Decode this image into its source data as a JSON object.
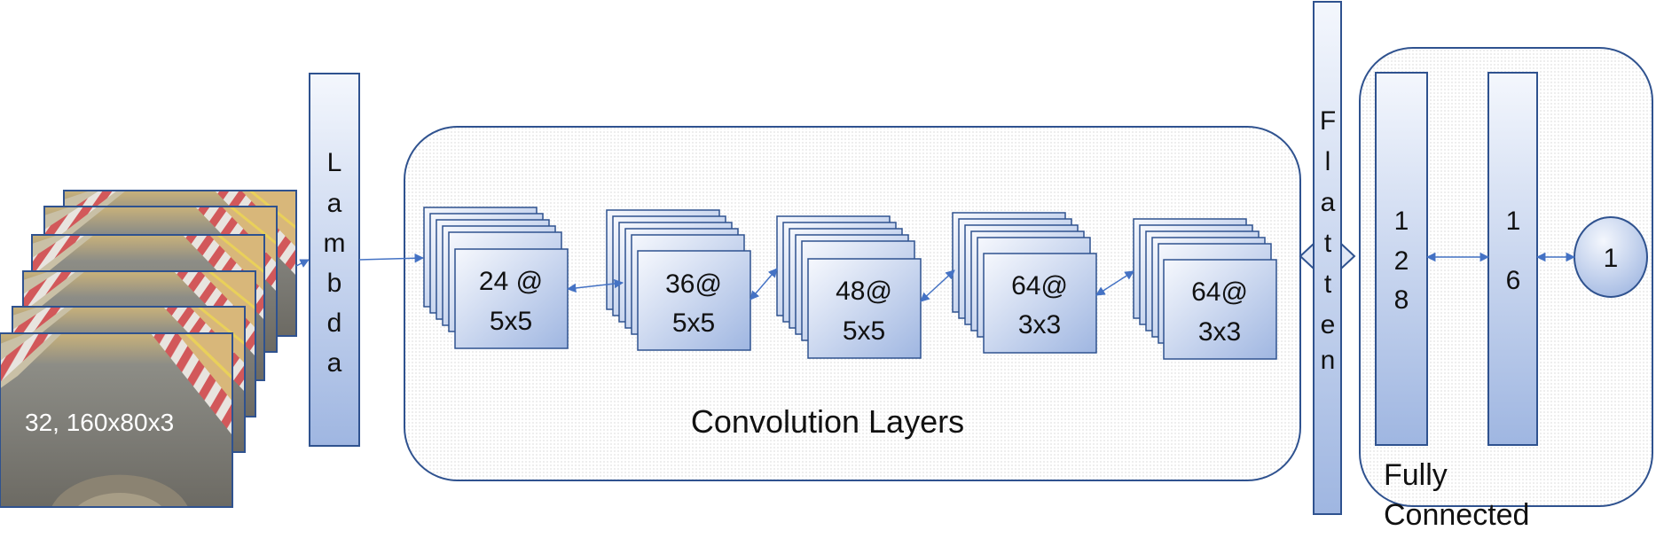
{
  "input": {
    "label": "32, 160x80x3"
  },
  "lambda": {
    "letters": [
      "L",
      "a",
      "m",
      "b",
      "d",
      "a"
    ]
  },
  "conv": {
    "title": "Convolution Layers",
    "layers": [
      {
        "line1": "24 @",
        "line2": "5x5"
      },
      {
        "line1": "36@",
        "line2": "5x5"
      },
      {
        "line1": "48@",
        "line2": "5x5"
      },
      {
        "line1": "64@",
        "line2": "3x3"
      },
      {
        "line1": "64@",
        "line2": "3x3"
      }
    ]
  },
  "flatten": {
    "letters": [
      "F",
      "l",
      "a",
      "t",
      "t",
      "e",
      "n"
    ]
  },
  "fully_connected": {
    "title_line1": "Fully",
    "title_line2": "Connected",
    "layer1_digits": [
      "1",
      "2",
      "8"
    ],
    "layer2_digits": [
      "1",
      "6"
    ],
    "output": "1"
  },
  "colors": {
    "box_top": "#f4f7fd",
    "box_bottom": "#9fb6e1",
    "border": "#2f528f",
    "arrow": "#4472c4",
    "panel_dot": "#c4c4c4"
  }
}
